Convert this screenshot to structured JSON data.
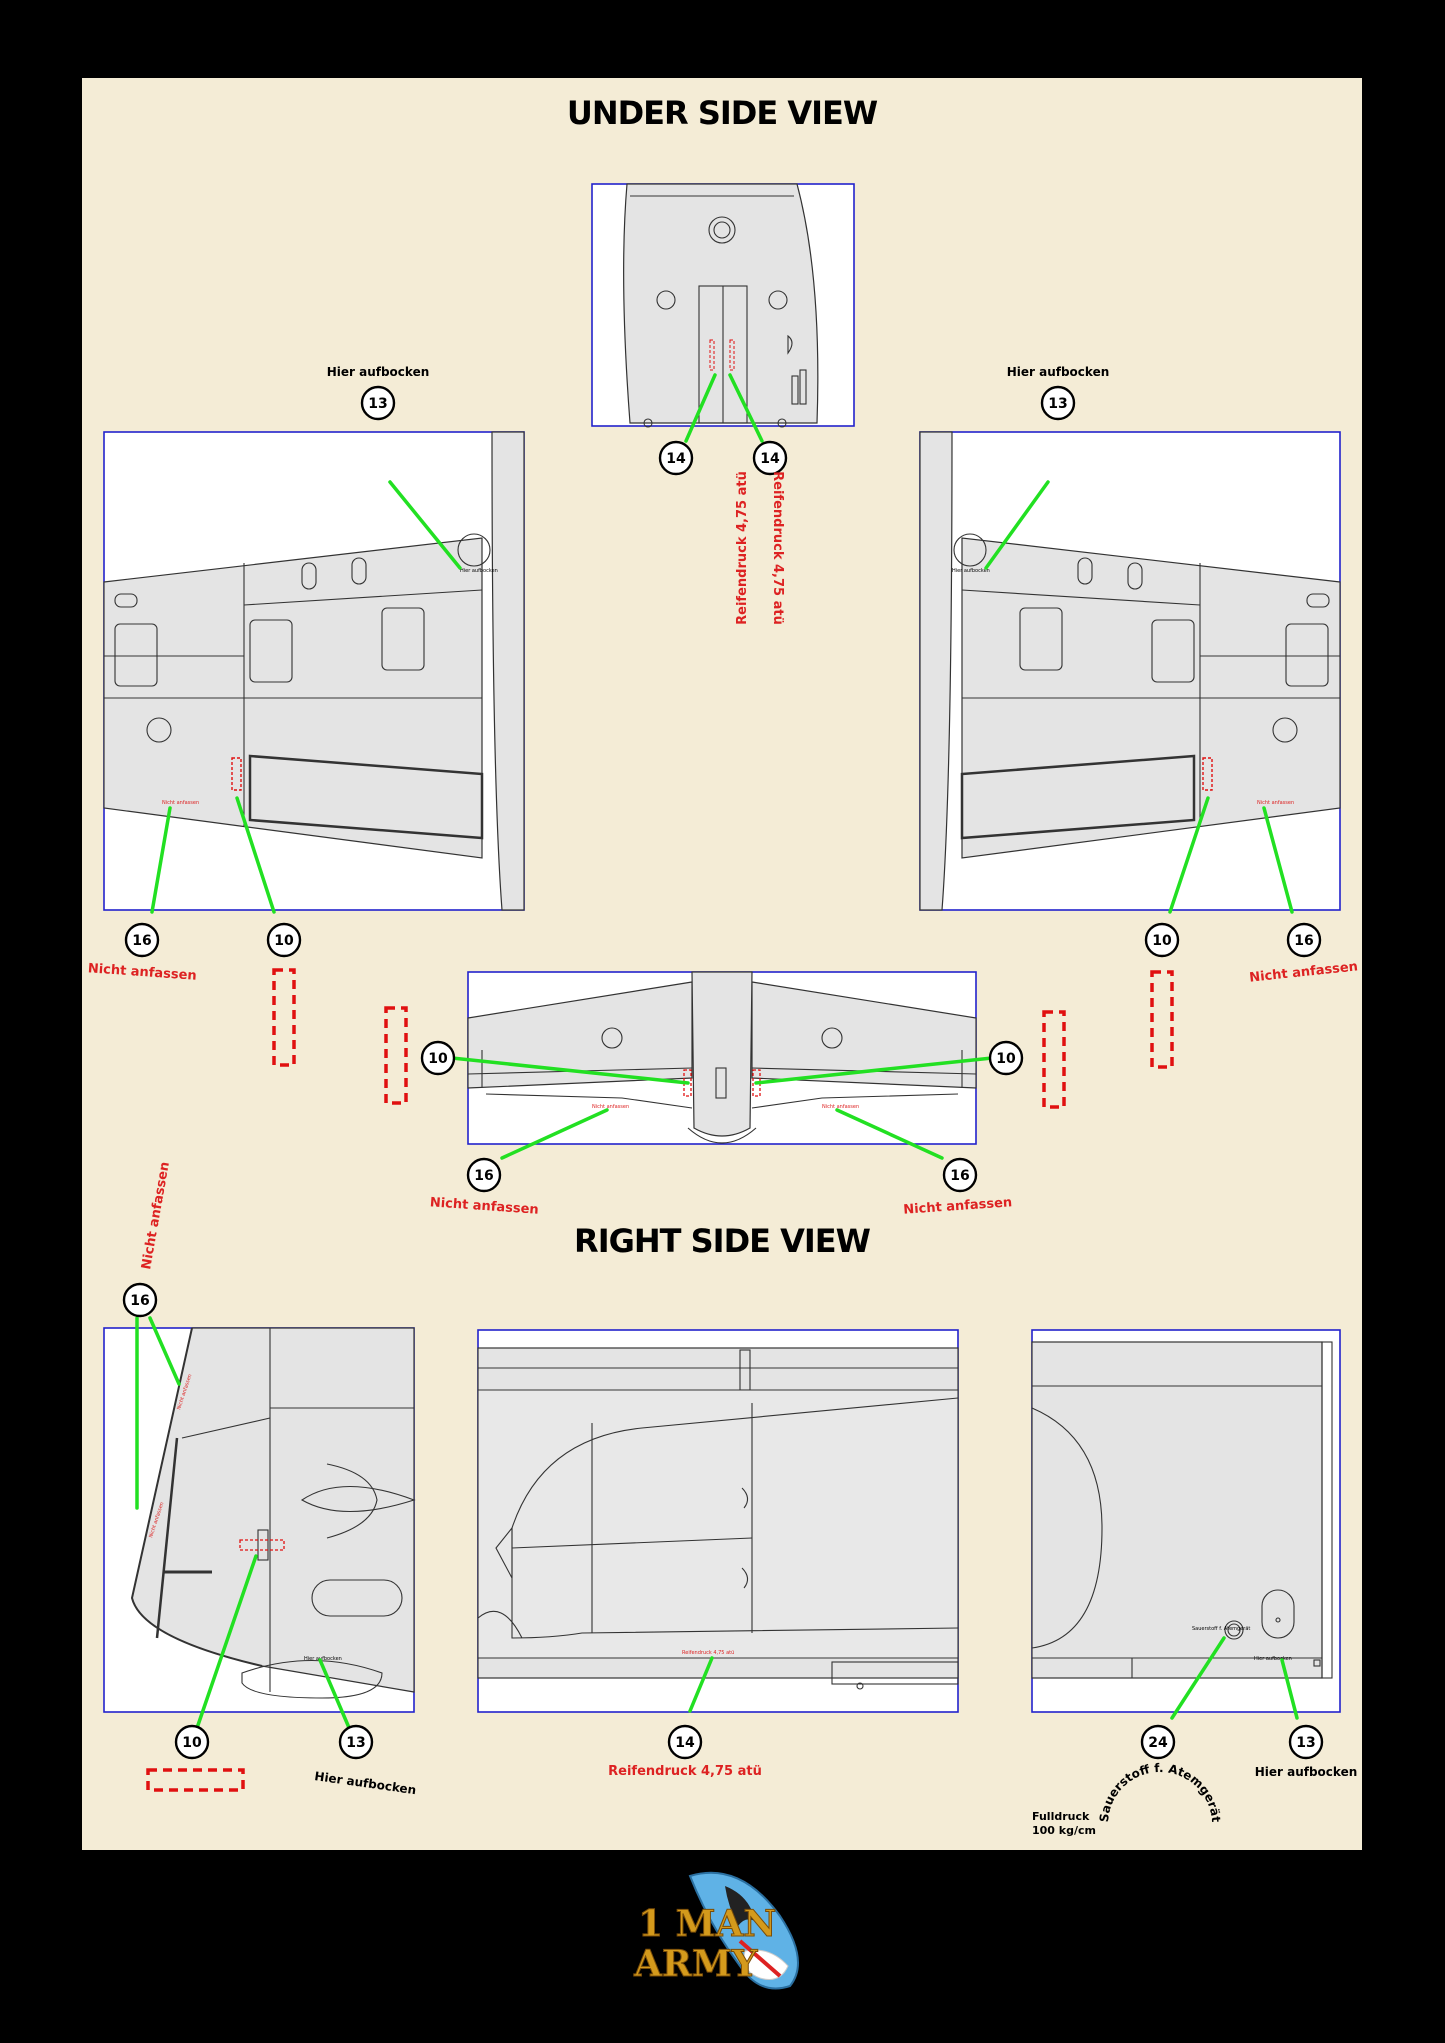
{
  "titles": {
    "under": "UNDER SIDE VIEW",
    "right": "RIGHT SIDE VIEW"
  },
  "labels": {
    "hier_aufbocken": "Hier aufbocken",
    "nicht_anfassen": "Nicht anfassen",
    "reifendruck": "Reifendruck 4,75 atü",
    "sauerstoff": "Sauerstoff f. Atemgerät",
    "fulldruck_1": "Fulldruck",
    "fulldruck_2": "100 kg/cm"
  },
  "callouts": {
    "n10": "10",
    "n13": "13",
    "n14": "14",
    "n16": "16",
    "n24": "24"
  },
  "logo": {
    "line1": "1 MAN",
    "line2": "ARMY"
  },
  "colors": {
    "background": "#f4ecd6",
    "frame": "#2222cc",
    "leader": "#22e022",
    "warning": "#e01010"
  }
}
